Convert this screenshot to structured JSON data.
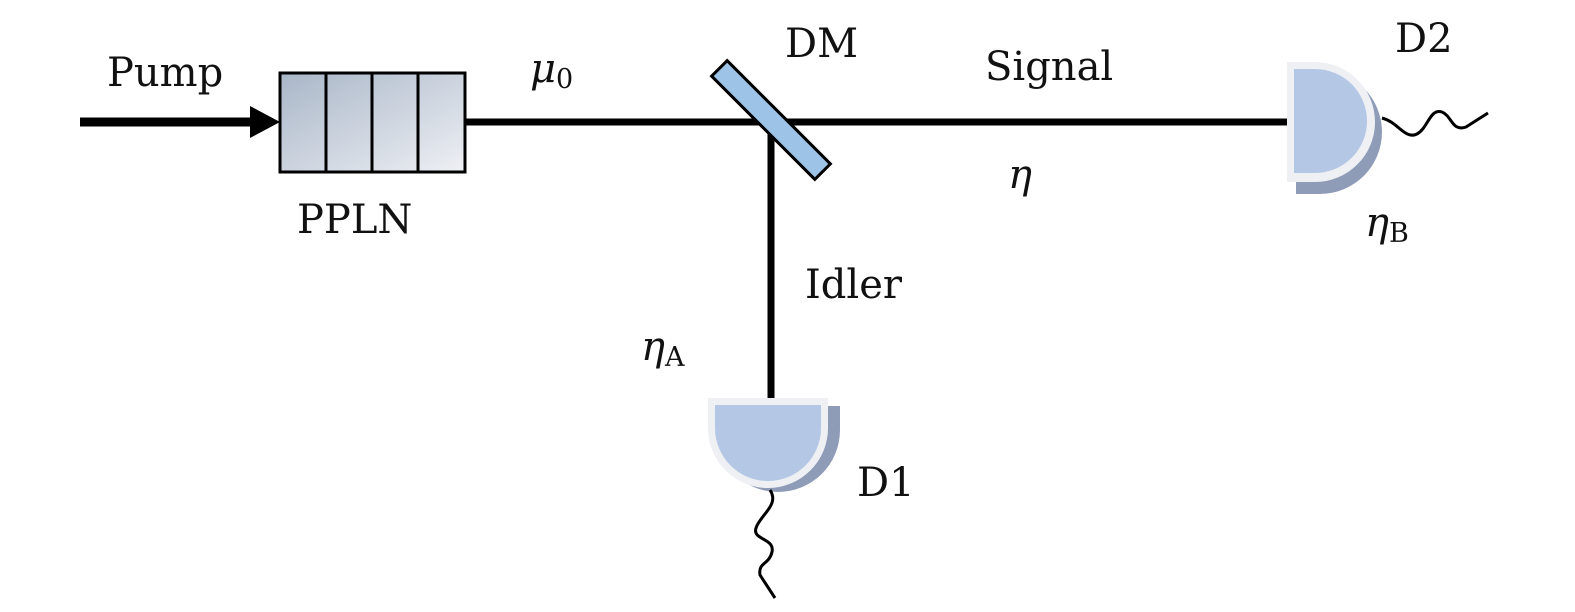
{
  "labels": {
    "pump": "Pump",
    "crystal": "PPLN",
    "mean_photon": "μ",
    "mean_photon_sub": "0",
    "mirror": "DM",
    "signal": "Signal",
    "idler": "Idler",
    "channel_eff": "η",
    "eff_a": "η",
    "eff_a_sub": "A",
    "eff_b": "η",
    "eff_b_sub": "B",
    "detector1": "D1",
    "detector2": "D2"
  },
  "colors": {
    "crystal_dark": "#a9b6c8",
    "crystal_light": "#eef0f4",
    "mirror": "#9dc3e6",
    "detector_fill": "#b4c8e6",
    "detector_rim": "#eef0f4",
    "detector_shadow": "#8f9cb8"
  }
}
